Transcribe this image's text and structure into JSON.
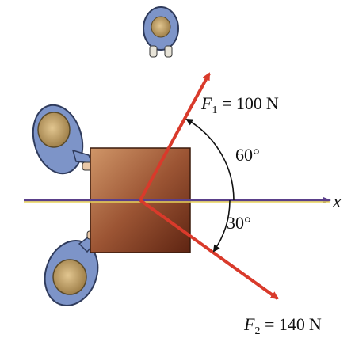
{
  "figure": {
    "force1": {
      "symbol": "F",
      "subscript": "1",
      "equals": " = ",
      "value": "100",
      "unit": "N",
      "color": "#d93a2b"
    },
    "force2": {
      "symbol": "F",
      "subscript": "2",
      "equals": " = ",
      "value": "140",
      "unit": "N",
      "color": "#d93a2b"
    },
    "angle1": {
      "text": "60°"
    },
    "angle2": {
      "text": "30°"
    },
    "axis": {
      "label": "x",
      "color": "#5a3f8a"
    },
    "crate": {
      "color_light": "#c98a5a",
      "color_dark": "#6e2e17"
    },
    "figures": {
      "count": 3,
      "shirt_color": "#7d94c8",
      "hair_color": "#c8a46a"
    }
  }
}
